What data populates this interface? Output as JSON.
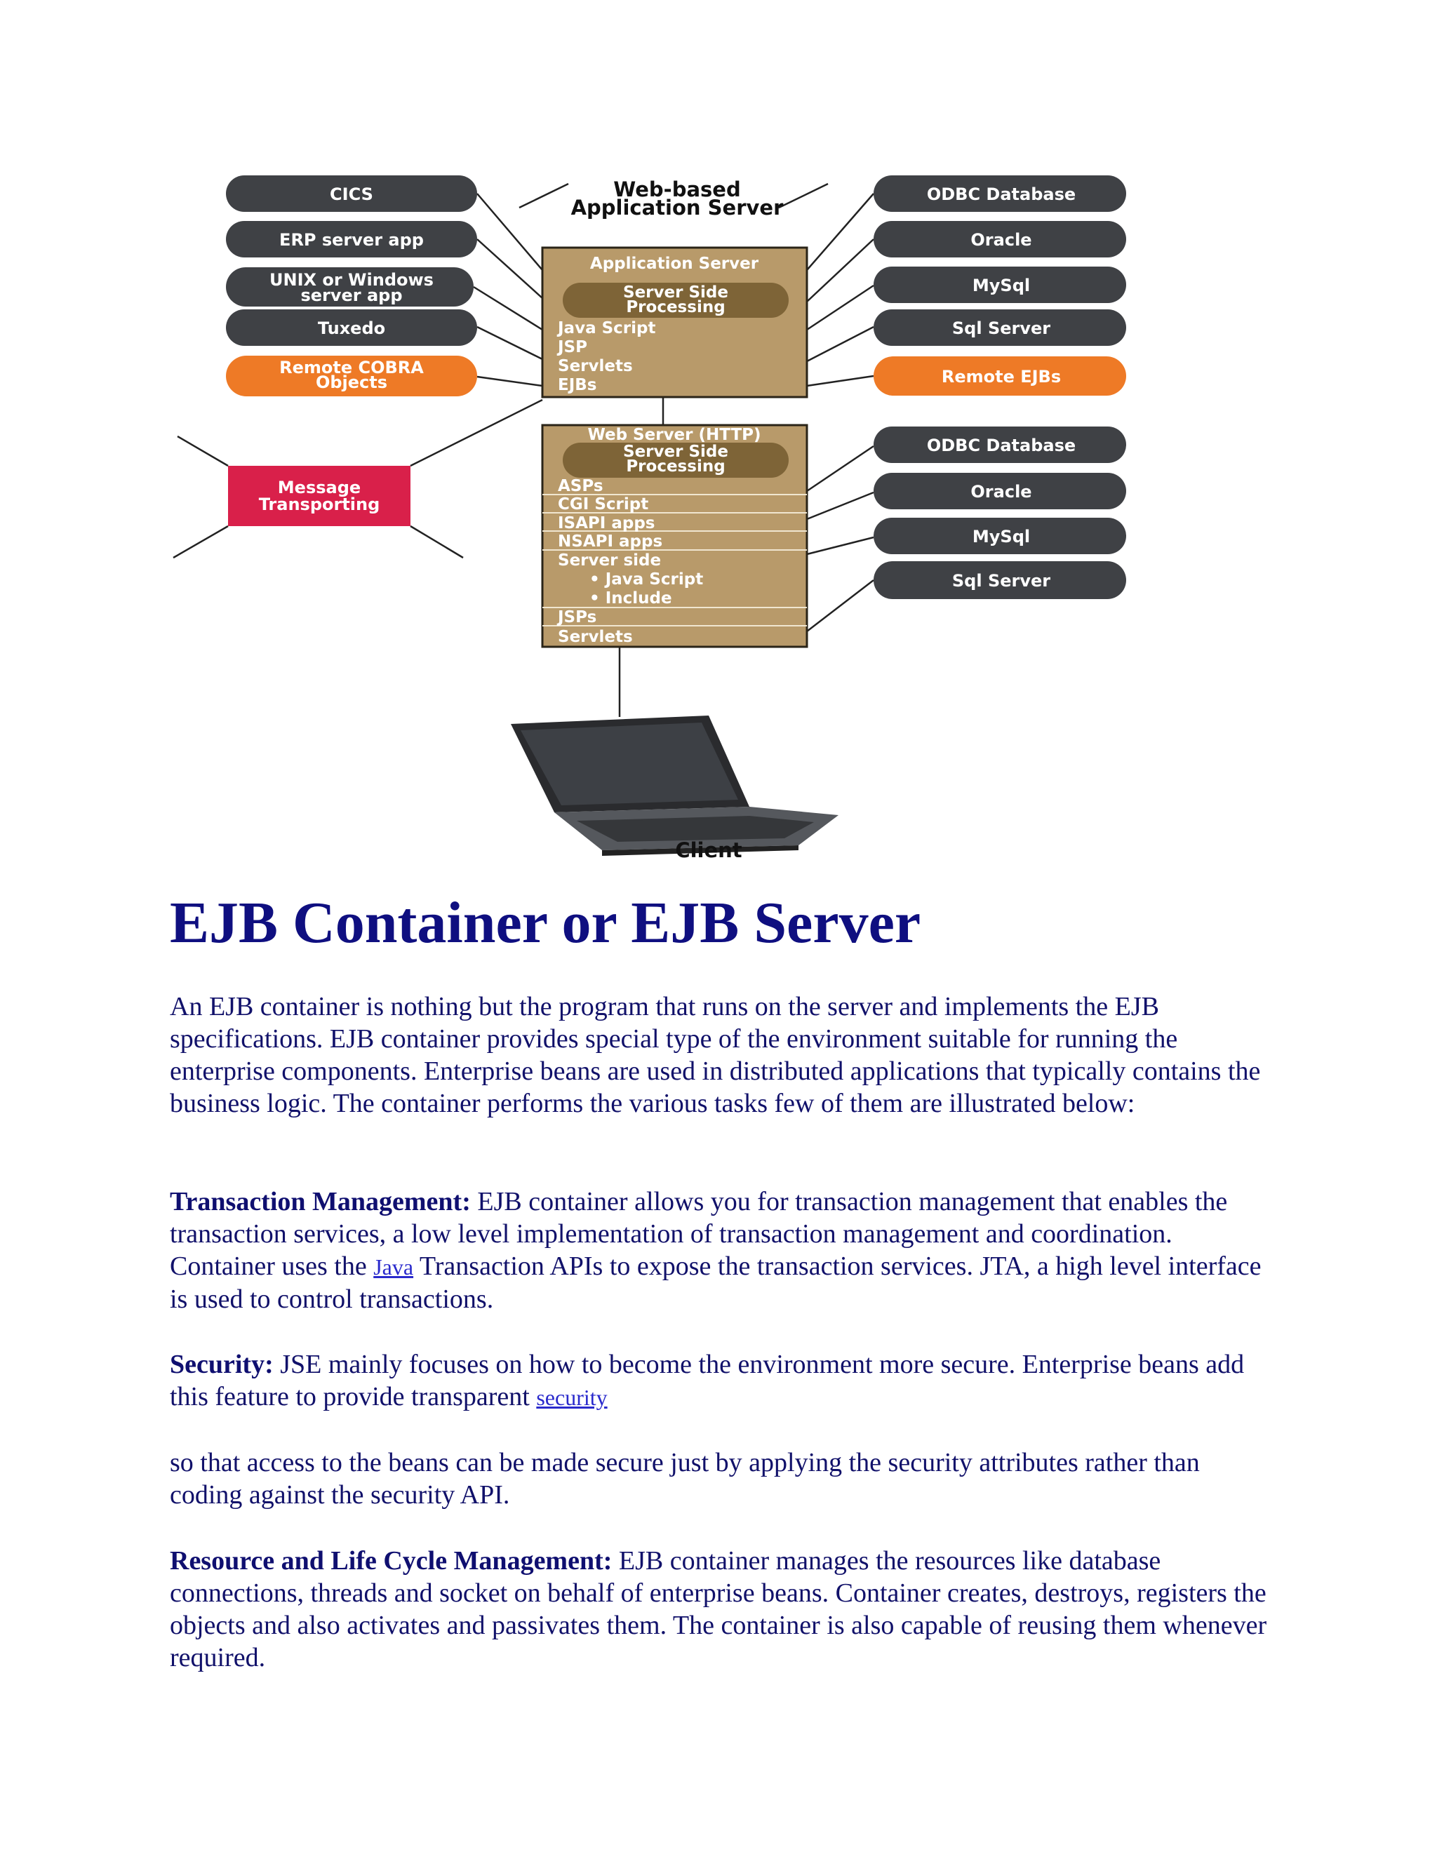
{
  "diagram": {
    "title_line1": "Web-based",
    "title_line2": "Application Server",
    "left_pills": [
      {
        "label": "CICS",
        "label2": "",
        "color": "#3f4145"
      },
      {
        "label": "ERP server app",
        "label2": "",
        "color": "#3f4145"
      },
      {
        "label": "UNIX or Windows",
        "label2": "server app",
        "color": "#3f4145"
      },
      {
        "label": "Tuxedo",
        "label2": "",
        "color": "#3f4145"
      },
      {
        "label": "Remote COBRA",
        "label2": "Objects",
        "color": "#ee7a26"
      }
    ],
    "right_top_pills": [
      {
        "label": "ODBC Database",
        "color": "#3f4145"
      },
      {
        "label": "Oracle",
        "color": "#3f4145"
      },
      {
        "label": "MySql",
        "color": "#3f4145"
      },
      {
        "label": "Sql Server",
        "color": "#3f4145"
      },
      {
        "label": "Remote EJBs",
        "color": "#ee7a26"
      }
    ],
    "right_bottom_pills": [
      {
        "label": "ODBC Database",
        "color": "#3f4145"
      },
      {
        "label": "Oracle",
        "color": "#3f4145"
      },
      {
        "label": "MySql",
        "color": "#3f4145"
      },
      {
        "label": "Sql Server",
        "color": "#3f4145"
      }
    ],
    "app_server": {
      "title": "Application Server",
      "processing_line1": "Server Side",
      "processing_line2": "Processing",
      "items": [
        "Java Script",
        "JSP",
        "Servlets",
        "EJBs"
      ]
    },
    "web_server": {
      "title": "Web Server (HTTP)",
      "processing_line1": "Server Side",
      "processing_line2": "Processing",
      "items": [
        "ASPs",
        "CGI Script",
        "ISAPI apps",
        "NSAPI apps",
        "Server side",
        "• Java Script",
        "• Include",
        "JSPs",
        "Servlets"
      ]
    },
    "message_box": {
      "line1": "Message",
      "line2": "Transporting",
      "color": "#d9204a"
    },
    "client_label": "Client",
    "box_color": "#b89a6a",
    "pill_process_color": "#7e6437"
  },
  "heading": "EJB Container or EJB Server",
  "intro": "An EJB container is nothing but the program that runs on the server and implements the EJB specifications. EJB container provides special type of the environment suitable for running the enterprise components. Enterprise beans are used in distributed applications that typically contains the business logic. The container performs the various tasks few of them are illustrated below:",
  "transaction": {
    "label": "Transaction Management:",
    "text_a": " EJB container allows you for transaction management that enables the transaction services, a low level implementation of transaction management and coordination. Container uses the ",
    "link": "Java",
    "text_b": " Transaction APIs to expose the transaction services. JTA, a high level interface is used to control transactions."
  },
  "security": {
    "label": "Security:",
    "text_a": " JSE mainly focuses on how to become the environment  more secure. Enterprise beans add this feature to provide transparent ",
    "link": "security"
  },
  "security_cont": "so that access to the beans can be made secure just by applying the security attributes rather than coding against the security API.",
  "resource": {
    "label": "Resource and Life Cycle Management:",
    "text": " EJB container manages the resources like database connections, threads and socket on behalf of enterprise beans. Container creates, destroys, registers the objects and also activates and passivates them. The container is also capable of reusing them whenever required."
  }
}
